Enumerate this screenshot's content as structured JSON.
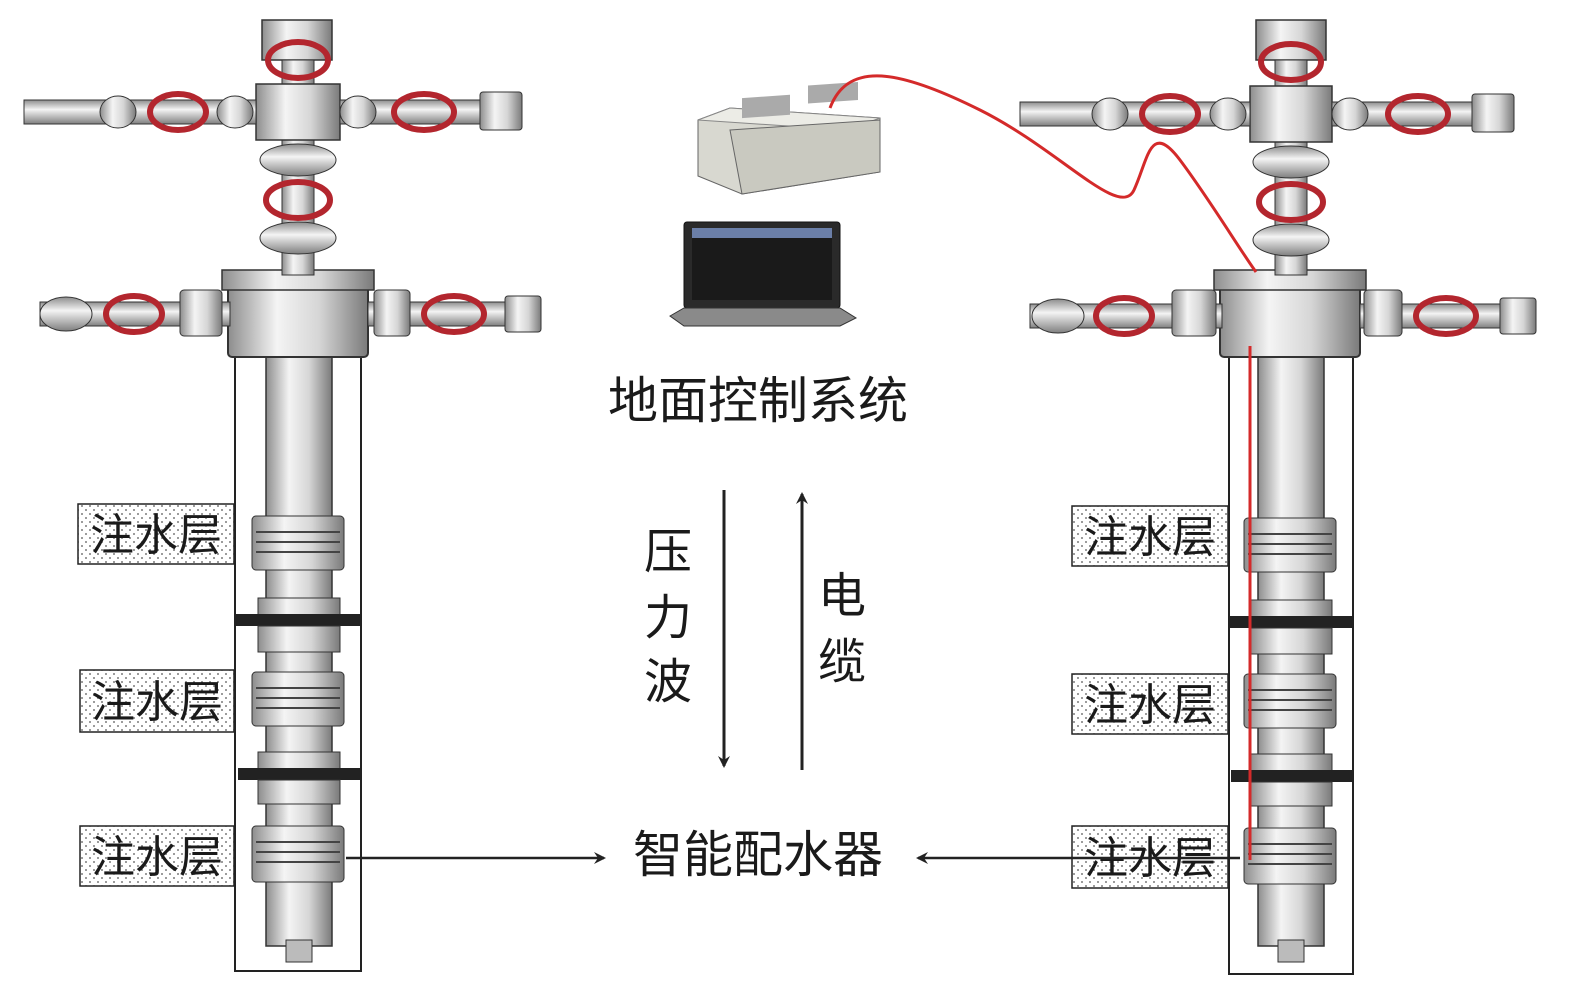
{
  "system": {
    "surface_control": "地面控制系统",
    "smart_distributor": "智能配水器",
    "pressure_wave": [
      "压",
      "力",
      "波"
    ],
    "cable": [
      "电",
      "缆"
    ]
  },
  "left_well": {
    "layers": [
      "注水层",
      "注水层",
      "注水层"
    ]
  },
  "right_well": {
    "layers": [
      "注水层",
      "注水层",
      "注水层"
    ]
  },
  "colors": {
    "cable_red": "#d42a2a",
    "valve_red": "#b3262e",
    "steel": "#c8c8c8",
    "outline": "#222222"
  },
  "icons": [
    "computer-server-icon",
    "laptop-icon",
    "valve-wheel-icon",
    "arrow-icon"
  ]
}
